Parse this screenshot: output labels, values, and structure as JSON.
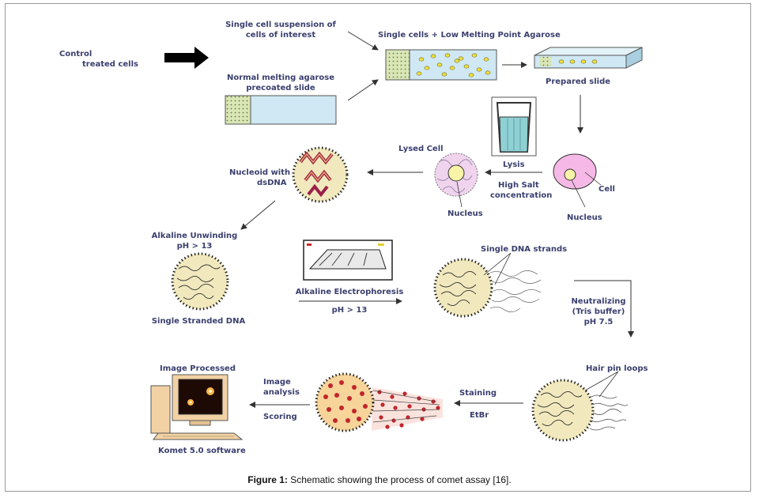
{
  "labels": {
    "control": "Control",
    "treated_cells": "treated cells",
    "single_cell_suspension_1": "Single cell suspension  of",
    "single_cell_suspension_2": "cells of interest",
    "normal_melting_1": "Normal melting agarose",
    "normal_melting_2": "precoated slide",
    "single_cells_lmp": "Single cells + Low Melting Point Agarose",
    "prepared_slide": "Prepared slide",
    "lysis": "Lysis",
    "high_salt_1": "High Salt",
    "high_salt_2": "concentration",
    "lysed_cell": "Lysed Cell",
    "nucleus_lysed": "Nucleus",
    "cell": "Cell",
    "nucleus_cell": "Nucleus",
    "nucleoid_1": "Nucleoid with",
    "nucleoid_2": "dsDNA",
    "alkaline_unwinding_1": "Alkaline Unwinding",
    "alkaline_unwinding_2": "pH > 13",
    "single_stranded_dna": "Single Stranded DNA",
    "alkaline_electrophoresis": "Alkaline Electrophoresis",
    "electro_ph": "pH > 13",
    "single_dna_strands": "Single DNA strands",
    "neutralizing_1": "Neutralizing",
    "neutralizing_2": "(Tris buffer)",
    "neutralizing_3": "pH 7.5",
    "hair_pin_loops": "Hair pin loops",
    "staining": "Staining",
    "etbr": "EtBr",
    "image_analysis_1": "Image",
    "image_analysis_2": "analysis",
    "scoring": "Scoring",
    "image_processed": "Image Processed",
    "komet": "Komet 5.0 software"
  },
  "caption": {
    "prefix": "Figure 1:",
    "text": " Schematic showing the process of comet assay [16]."
  },
  "colors": {
    "label_text": "#3a3f6e",
    "slide_blue": "#cfe8f3",
    "agarose_green": "#d9e6b6",
    "cell_pink": "#f6b8e6",
    "nucleus_yellow": "#f7f3a8",
    "nucleoid_fill": "#f1e9bd",
    "monitor_screen": "#1e0a05",
    "computer_beige": "#f2d2a4"
  }
}
